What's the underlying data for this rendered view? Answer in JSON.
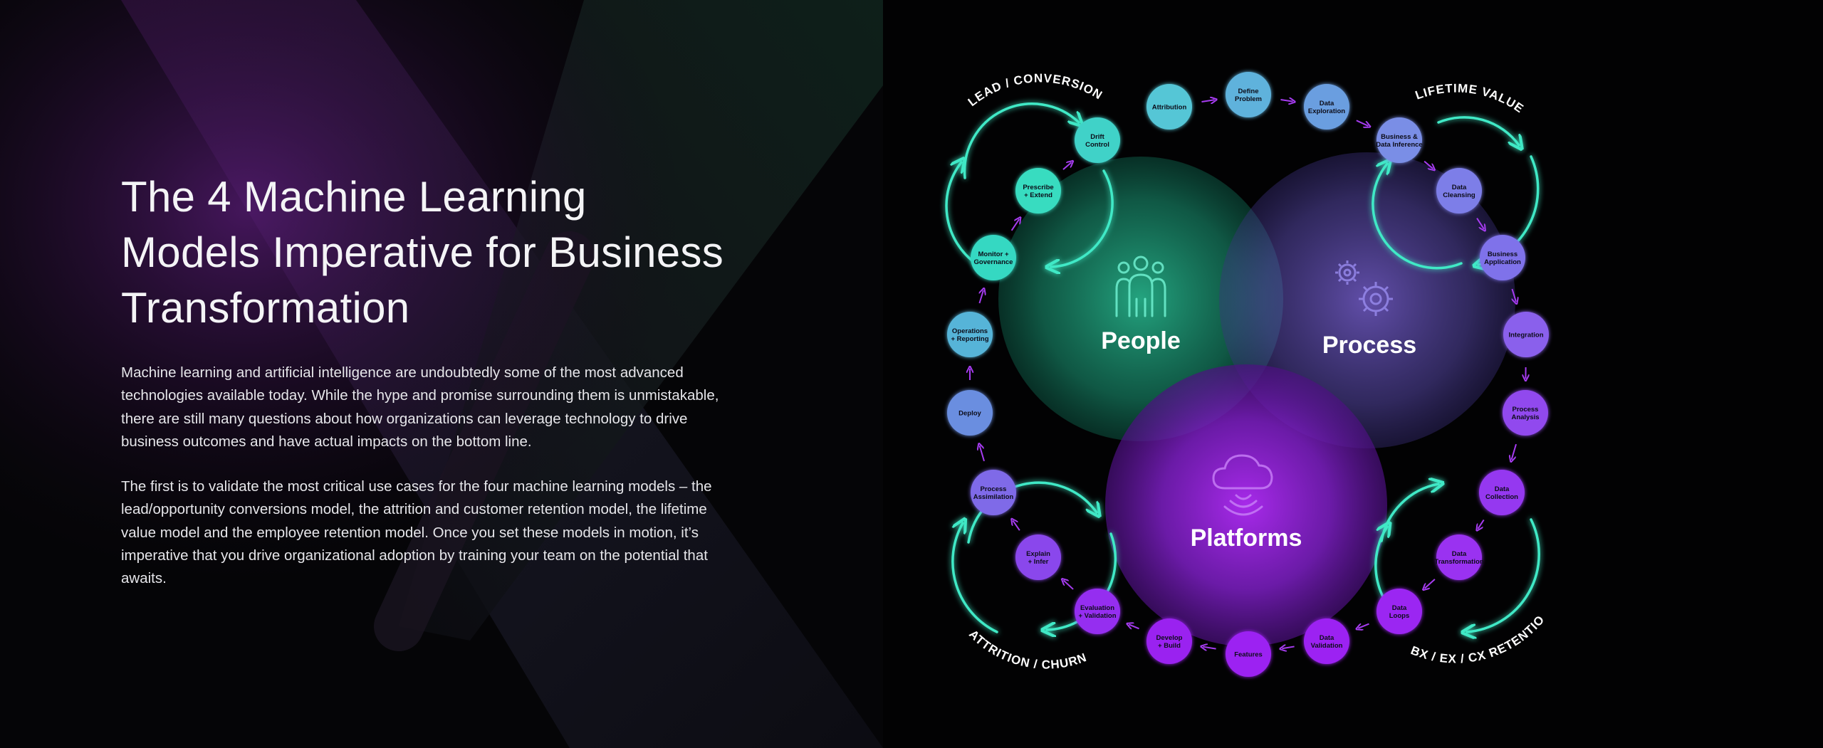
{
  "headline": "The 4 Machine Learning Models Imperative for Business Transformation",
  "paragraphs": [
    "Machine learning and artificial intelligence are undoubtedly some of the most advanced technologies available today. While the hype and promise surrounding them is unmistakable, there are still many questions about how organizations can leverage technology to drive business outcomes and have actual impacts on the bottom line.",
    "The first is to validate the most critical use cases for the four machine learning models – the lead/opportunity conversions model, the attrition and customer retention model, the lifetime value model and the employee retention model. Once you set these models in motion, it’s imperative that you drive organizational adoption by training your team on the potential that awaits."
  ],
  "diagram": {
    "pillars": [
      {
        "label": "People",
        "icon": "people-icon",
        "color": "#2ee0b5"
      },
      {
        "label": "Process",
        "icon": "gears-icon",
        "color": "#7a63e8"
      },
      {
        "label": "Platforms",
        "icon": "cloud-icon",
        "color": "#9a22f0"
      }
    ],
    "stage_labels": {
      "top_left": "LEAD / CONVERSION",
      "top_right": "LIFETIME VALUE",
      "bottom_left": "ATTRITION / CHURN",
      "bottom_right": "BX / EX / CX RETENTION"
    },
    "nodes": [
      {
        "lines": [
          "Attribution"
        ],
        "color": "#55c6d6"
      },
      {
        "lines": [
          "Define",
          "Problem"
        ],
        "color": "#5fb2dc"
      },
      {
        "lines": [
          "Data",
          "Exploration"
        ],
        "color": "#6a9ee0"
      },
      {
        "lines": [
          "Business &",
          "Data Inference"
        ],
        "color": "#7a8ee6"
      },
      {
        "lines": [
          "Data",
          "Cleansing"
        ],
        "color": "#7d7ee8"
      },
      {
        "lines": [
          "Business",
          "Application"
        ],
        "color": "#7f72ea"
      },
      {
        "lines": [
          "Integration"
        ],
        "color": "#8a60ec"
      },
      {
        "lines": [
          "Process",
          "Analysis"
        ],
        "color": "#914aee"
      },
      {
        "lines": [
          "Data",
          "Collection"
        ],
        "color": "#9538f0"
      },
      {
        "lines": [
          "Data",
          "Transformation"
        ],
        "color": "#9a30f1"
      },
      {
        "lines": [
          "Data",
          "Loops"
        ],
        "color": "#9b28f2"
      },
      {
        "lines": [
          "Data",
          "Validation"
        ],
        "color": "#9c22f2"
      },
      {
        "lines": [
          "Features"
        ],
        "color": "#9c20f2"
      },
      {
        "lines": [
          "Develop",
          "+ Build"
        ],
        "color": "#9a24f0"
      },
      {
        "lines": [
          "Evaluation",
          "+ Validation"
        ],
        "color": "#952ef0"
      },
      {
        "lines": [
          "Explain",
          "+ Infer"
        ],
        "color": "#8a46ec"
      },
      {
        "lines": [
          "Process",
          "Assimilation"
        ],
        "color": "#7f6ae8"
      },
      {
        "lines": [
          "Deploy"
        ],
        "color": "#6a8ee0"
      },
      {
        "lines": [
          "Operations",
          "+ Reporting"
        ],
        "color": "#56b4d8"
      },
      {
        "lines": [
          "Monitor +",
          "Governance"
        ],
        "color": "#36d8c2"
      },
      {
        "lines": [
          "Prescribe",
          "+ Extend"
        ],
        "color": "#38dcc0"
      },
      {
        "lines": [
          "Drift",
          "Control"
        ],
        "color": "#40d2c8"
      }
    ]
  }
}
